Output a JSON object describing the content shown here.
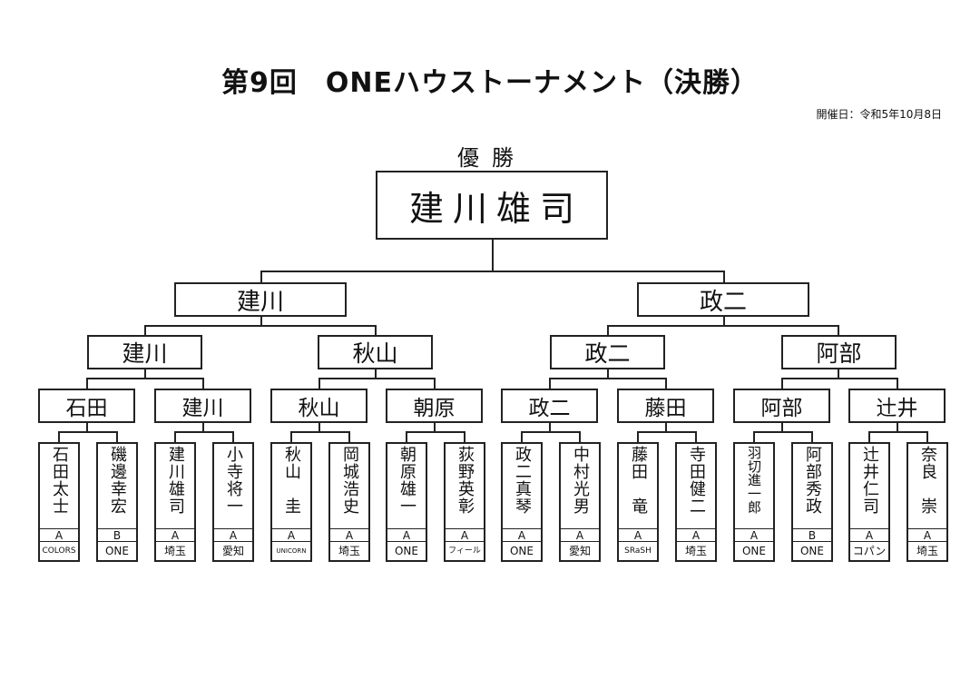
{
  "title": "第9回　ONEハウストーナメント（決勝）",
  "date": "開催日：令和5年10月8日",
  "champion_label": "優勝",
  "champion": "建川雄司",
  "final": [
    "建川",
    "政二"
  ],
  "semifinal": [
    "建川",
    "秋山",
    "政二",
    "阿部"
  ],
  "quarterfinal": [
    "石田",
    "建川",
    "秋山",
    "朝原",
    "政二",
    "藤田",
    "阿部",
    "辻井"
  ],
  "players": [
    {
      "name": "石田太士",
      "grade": "A",
      "club": "COLORS"
    },
    {
      "name": "磯邊幸宏",
      "grade": "B",
      "club": "ONE"
    },
    {
      "name": "建川雄司",
      "grade": "A",
      "club": "埼玉"
    },
    {
      "name": "小寺将一",
      "grade": "A",
      "club": "愛知"
    },
    {
      "name": "秋山　圭",
      "grade": "A",
      "club": "UNICORN"
    },
    {
      "name": "岡城浩史",
      "grade": "A",
      "club": "埼玉"
    },
    {
      "name": "朝原雄一",
      "grade": "A",
      "club": "ONE"
    },
    {
      "name": "荻野英彰",
      "grade": "A",
      "club": "フィール"
    },
    {
      "name": "政二真琴",
      "grade": "A",
      "club": "ONE"
    },
    {
      "name": "中村光男",
      "grade": "A",
      "club": "愛知"
    },
    {
      "name": "藤田　竜",
      "grade": "A",
      "club": "SRaSH"
    },
    {
      "name": "寺田健二",
      "grade": "A",
      "club": "埼玉"
    },
    {
      "name": "羽切進一郎",
      "grade": "A",
      "club": "ONE"
    },
    {
      "name": "阿部秀政",
      "grade": "B",
      "club": "ONE"
    },
    {
      "name": "辻井仁司",
      "grade": "A",
      "club": "コパン"
    },
    {
      "name": "奈良　崇",
      "grade": "A",
      "club": "埼玉"
    }
  ]
}
